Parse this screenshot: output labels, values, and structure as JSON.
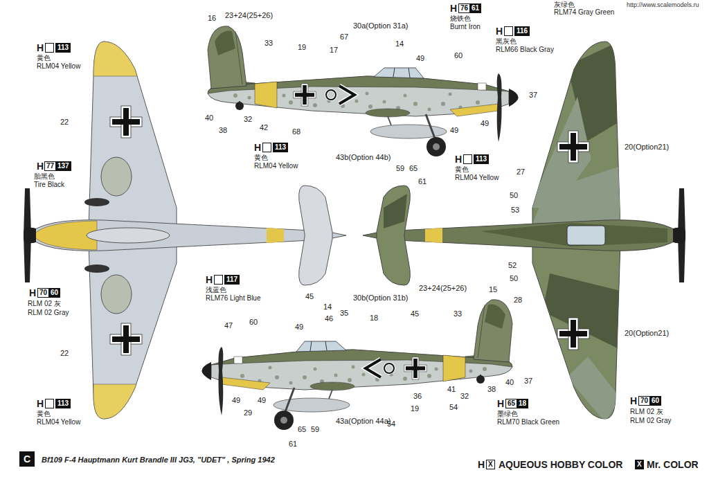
{
  "diagram": {
    "caption": "Bf109 F-4 Hauptmann Kurt Brandle III JG3, \"UDET\" , Spring 1942",
    "nodes": [
      {
        "text": [
          "C"
        ]
      }
    ],
    "labels": [
      "H",
      "113",
      "黄色",
      "RLM04 Yellow",
      "H",
      "77",
      "137",
      "胎黑色",
      "Tire Black",
      "H",
      "70",
      "60",
      "RLM 02 灰",
      "RLM 02 Gray",
      "H",
      "113",
      "黄色",
      "RLM04 Yellow",
      "H",
      "113",
      "黄色",
      "RLM04 Yellow",
      "H",
      "117",
      "浅蓝色",
      "RLM76 Light Blue",
      "H",
      "76",
      "61",
      "烧铁色",
      "Burnt Iron",
      "H",
      "116",
      "黑灰色",
      "RLM66 Black Gray",
      "H",
      "113",
      "黄色",
      "RLM04 Yellow",
      "灰绿色",
      "RLM74 Gray Green",
      "H",
      "65",
      "18",
      "墨绿色",
      "RLM70 Black Green",
      "H",
      "70",
      "60",
      "RLM 02 灰",
      "RLM 02 Gray",
      "16",
      "23+24(25+26)",
      "33",
      "19",
      "17",
      "67",
      "30a(Option 31a)",
      "14",
      "49",
      "60",
      "40",
      "38",
      "32",
      "42",
      "68",
      "43b(Option 44b)",
      "49",
      "49",
      "59",
      "65",
      "61",
      "37",
      "20(Option21)",
      "27",
      "50",
      "53",
      "52",
      "50",
      "28",
      "20(Option21)",
      "37",
      "22",
      "22",
      "45",
      "14",
      "46",
      "35",
      "30b(Option 31b)",
      "18",
      "23+24(25+26)",
      "15",
      "47",
      "60",
      "49",
      "45",
      "33",
      "49",
      "29",
      "49",
      "36",
      "19",
      "41",
      "32",
      "38",
      "40",
      "43a(Option 44a)",
      "54",
      "54",
      "65",
      "59",
      "61",
      "http://www.scalemodels.ru",
      "H",
      "X",
      "X"
    ],
    "legend": [
      {
        "text": "AQUEOUS HOBBY COLOR"
      },
      {
        "text": "Mr. COLOR"
      }
    ]
  }
}
